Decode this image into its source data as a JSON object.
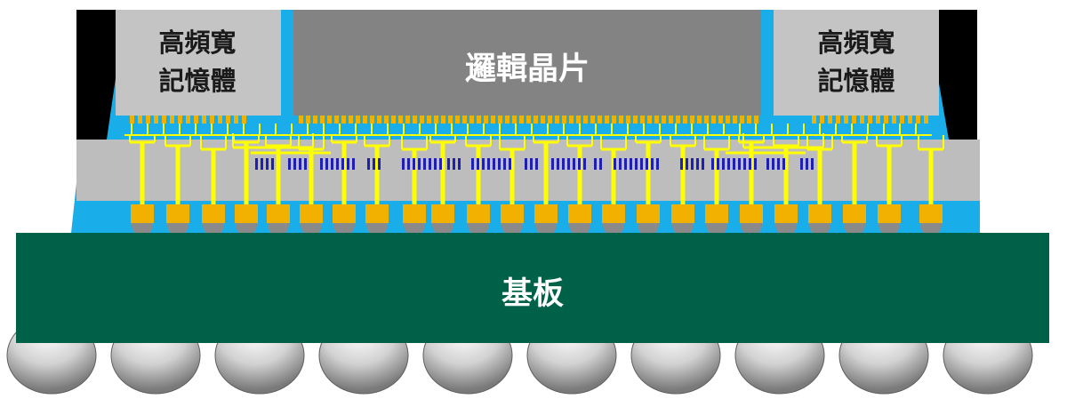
{
  "labels": {
    "memory_left_line1": "高頻寬",
    "memory_left_line2": "記憶體",
    "logic_chip": "邏輯晶片",
    "memory_right_line1": "高頻寬",
    "memory_right_line2": "記憶體",
    "substrate": "基板"
  },
  "colors": {
    "substrate": "#006149",
    "interposer": "#bdbdbd",
    "logic_chip": "#838383",
    "memory": "#c4c4c4",
    "underfill": "#19aee9",
    "mold": "#000000",
    "wiring": "#ffff00",
    "pads": "#f2b100",
    "via": "#1f1fb4",
    "label_dark": "#1a1a1a",
    "label_light": "#ffffff"
  }
}
